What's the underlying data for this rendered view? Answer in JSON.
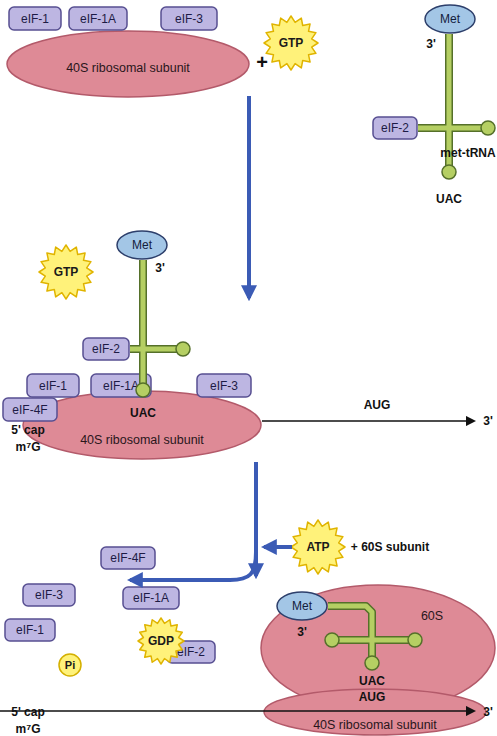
{
  "diagram": {
    "nodes": [
      {
        "text": [
          "eIF-1"
        ]
      },
      {
        "text": [
          "eIF-1A"
        ]
      },
      {
        "text": [
          "eIF-3"
        ]
      },
      {
        "text": [
          "40S ribosomal subunit"
        ]
      },
      {
        "text": [
          "GTP"
        ]
      },
      {
        "text": [
          "Met"
        ]
      },
      {
        "text": [
          "eIF-2"
        ]
      },
      {
        "text": [
          "GTP"
        ]
      },
      {
        "text": [
          "Met"
        ]
      },
      {
        "text": [
          "eIF-2"
        ]
      },
      {
        "text": [
          "eIF-1"
        ]
      },
      {
        "text": [
          "eIF-1A"
        ]
      },
      {
        "text": [
          "eIF-3"
        ]
      },
      {
        "text": [
          "eIF-4F"
        ]
      },
      {
        "text": [
          "40S ribosomal subunit"
        ]
      },
      {
        "text": [
          "ATP"
        ]
      },
      {
        "text": [
          "eIF-4F"
        ]
      },
      {
        "text": [
          "eIF-3"
        ]
      },
      {
        "text": [
          "eIF-1A"
        ]
      },
      {
        "text": [
          "eIF-1"
        ]
      },
      {
        "text": [
          "GDP"
        ]
      },
      {
        "text": [
          "Pi"
        ]
      },
      {
        "text": [
          "eIF-2"
        ]
      },
      {
        "text": [
          "60S"
        ]
      },
      {
        "text": [
          "Met"
        ],
        "in": 23
      },
      {
        "text": [
          "40S ribosomal subunit"
        ]
      }
    ],
    "labels": [
      "+",
      "3'",
      "met-tRNA",
      "UAC",
      "3'",
      "UAC",
      "AUG",
      "3'",
      "5' cap m⁷G",
      "+ 60S subunit",
      "3'",
      "UAC",
      "AUG",
      "5' cap m⁷G",
      "3'"
    ]
  }
}
